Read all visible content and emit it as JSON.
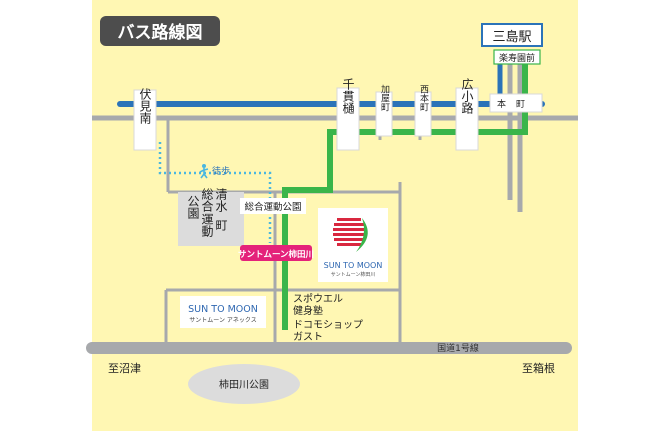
{
  "title": "バス路線図",
  "stations": {
    "mishima": "三島駅",
    "rakujuen": "楽寿園前",
    "fushimi": "伏見南",
    "senbon": "千貫樋",
    "kagacho": "加屋町",
    "nishimoto": "西本町",
    "hirokoji": "広小路",
    "honmachi": "本町"
  },
  "walk_label": "徒歩",
  "labels": {
    "sports_park_stop": "総合運動公園",
    "kakitagawa_stop": "サントムーン柿田川",
    "park_block": [
      "総合",
      "運動",
      "公園"
    ],
    "shimizu": [
      "清水",
      "町"
    ],
    "swimmer": [
      "スポウエル",
      "健身塾"
    ],
    "docomo": [
      "ドコモショップ",
      "ガスト"
    ],
    "kakitagawa_park": "柿田川公園",
    "route1": "国道1号線",
    "to_numazu": "至沼津",
    "to_hakone": "至箱根"
  },
  "brands": {
    "main_en": "SUN TO MOON",
    "main_jp": "サントムーン柿田川",
    "annex_en": "SUN TO MOON",
    "annex_jp": "サントムーン アネックス"
  },
  "colors": {
    "background": "#fff7b3",
    "road": "#a7a9ac",
    "rail": "#2b73b8",
    "bus_route": "#3ab54a",
    "walk": "#4ab7e0",
    "accent_pink": "#e4227a",
    "brand_red": "#d9283f",
    "brand_blue": "#2e67b1",
    "title_bg": "#4d4d4d"
  }
}
